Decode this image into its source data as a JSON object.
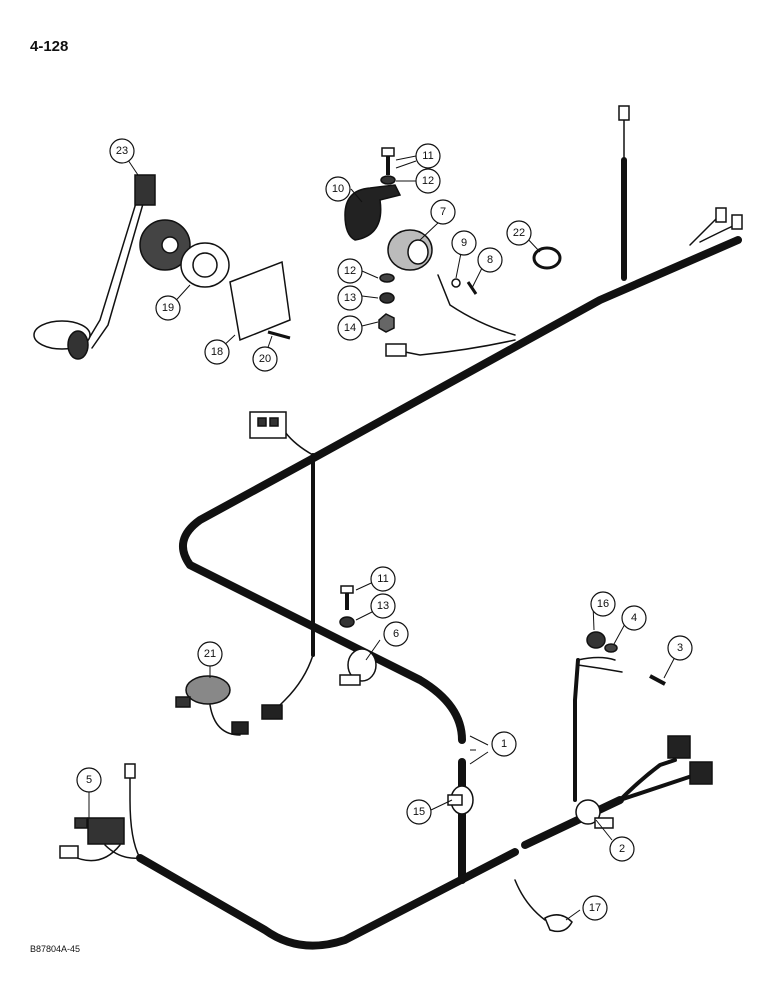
{
  "page_number": "4-128",
  "figure_code": "B87804A-45",
  "callouts": [
    {
      "id": "c1",
      "label": "1"
    },
    {
      "id": "c2",
      "label": "2"
    },
    {
      "id": "c3",
      "label": "3"
    },
    {
      "id": "c4",
      "label": "4"
    },
    {
      "id": "c5",
      "label": "5"
    },
    {
      "id": "c6",
      "label": "6"
    },
    {
      "id": "c7",
      "label": "7"
    },
    {
      "id": "c8",
      "label": "8"
    },
    {
      "id": "c9",
      "label": "9"
    },
    {
      "id": "c10",
      "label": "10"
    },
    {
      "id": "c11a",
      "label": "11"
    },
    {
      "id": "c11b",
      "label": "11"
    },
    {
      "id": "c12a",
      "label": "12"
    },
    {
      "id": "c12b",
      "label": "12"
    },
    {
      "id": "c13a",
      "label": "13"
    },
    {
      "id": "c13b",
      "label": "13"
    },
    {
      "id": "c14",
      "label": "14"
    },
    {
      "id": "c15",
      "label": "15"
    },
    {
      "id": "c16",
      "label": "16"
    },
    {
      "id": "c17",
      "label": "17"
    },
    {
      "id": "c18",
      "label": "18"
    },
    {
      "id": "c19",
      "label": "19"
    },
    {
      "id": "c20",
      "label": "20"
    },
    {
      "id": "c21",
      "label": "21"
    },
    {
      "id": "c22",
      "label": "22"
    },
    {
      "id": "c23",
      "label": "23"
    }
  ]
}
